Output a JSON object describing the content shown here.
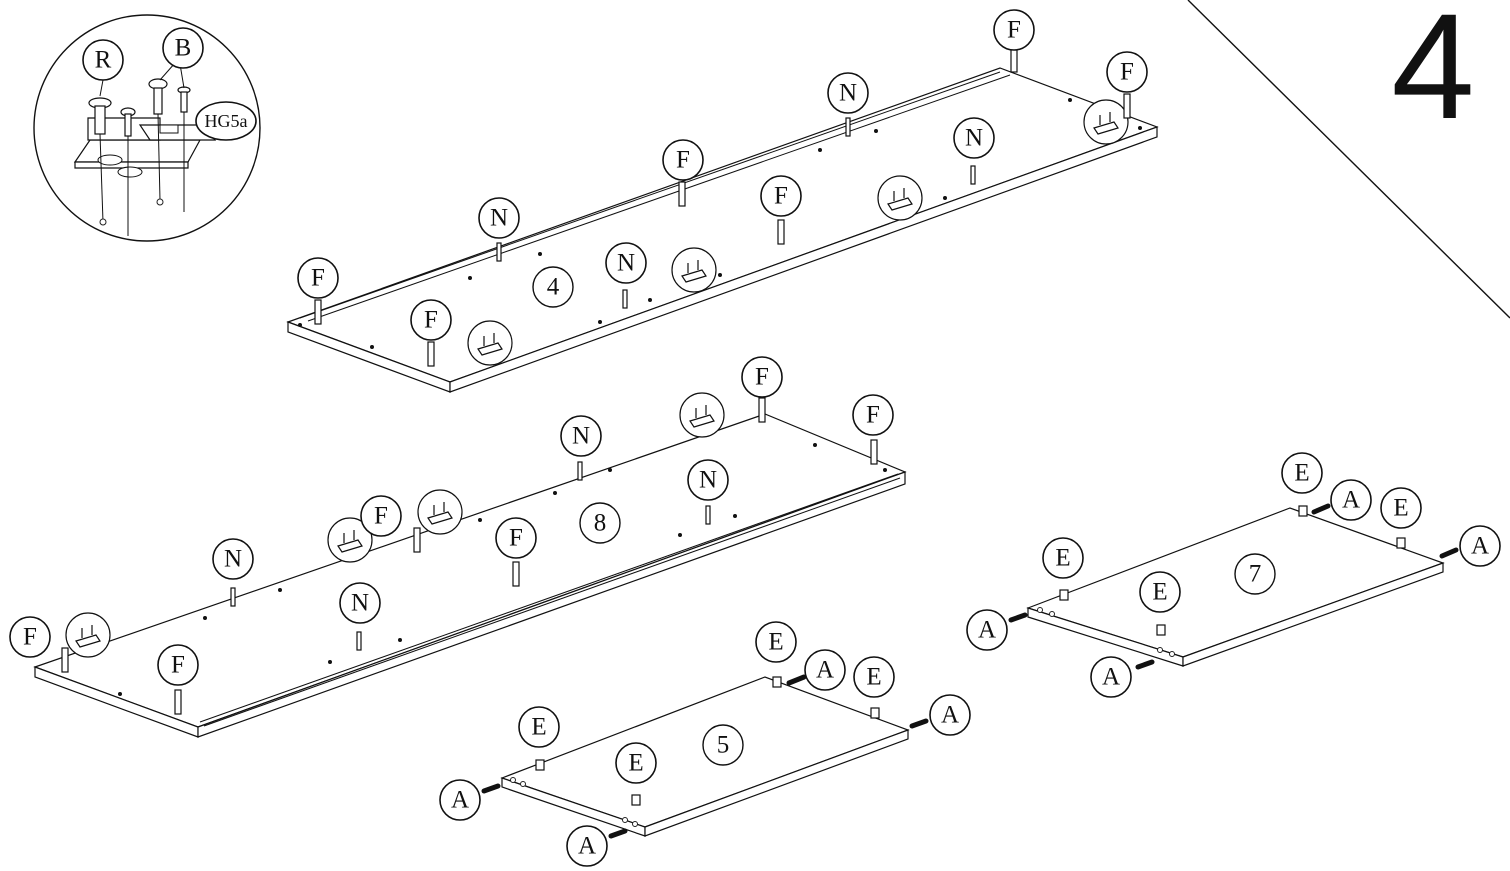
{
  "step": {
    "number": "4"
  },
  "detail": {
    "labels": [
      "R",
      "B",
      "HG5a"
    ]
  },
  "panels": {
    "top": "4",
    "middle": "8",
    "left_small": "5",
    "right_small": "7"
  },
  "parts": {
    "F": "F",
    "N": "N",
    "E": "E",
    "A": "A"
  }
}
